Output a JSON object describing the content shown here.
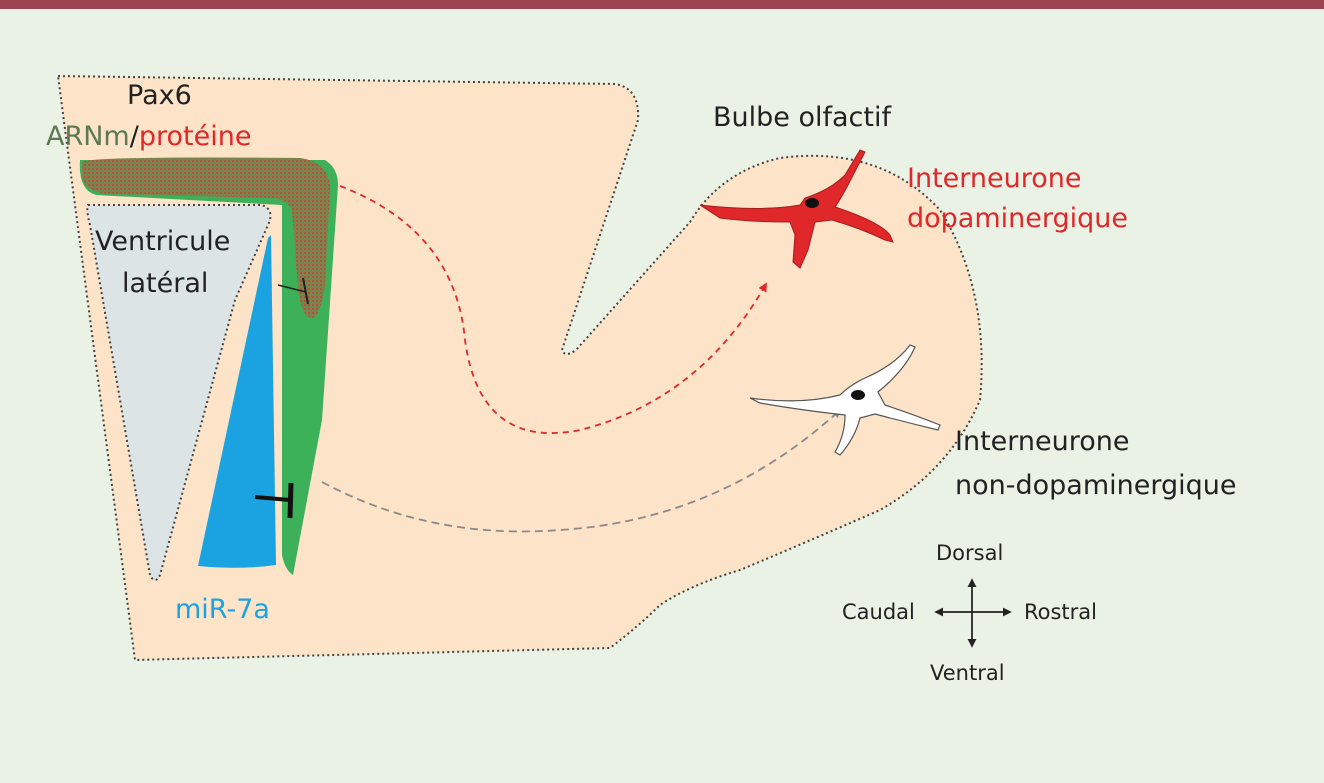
{
  "colors": {
    "background": "#eaf2e6",
    "top_bar": "#9b4350",
    "tissue": "#fde3c8",
    "ventricle": "#dde4e6",
    "mrna_green": "#3db15a",
    "protein_red": "#e0272a",
    "mirna_blue": "#1aa3e0",
    "overlap_brown": "#8a7a4a",
    "grey_path": "#8a8a8a",
    "label_dark": "#222222",
    "label_green": "#5b7a52"
  },
  "labels": {
    "pax6": "Pax6",
    "mrna": "ARNm",
    "slash": "/",
    "protein": "protéine",
    "ventricle_line1": "Ventricule",
    "ventricle_line2": "latéral",
    "mirna": "miR-7a",
    "olfactory_bulb": "Bulbe olfactif",
    "dopa_line1": "Interneurone",
    "dopa_line2": "dopaminergique",
    "nondopa_line1": "Interneurone",
    "nondopa_line2": "non-dopaminergique"
  },
  "compass": {
    "dorsal": "Dorsal",
    "ventral": "Ventral",
    "caudal": "Caudal",
    "rostral": "Rostral"
  }
}
